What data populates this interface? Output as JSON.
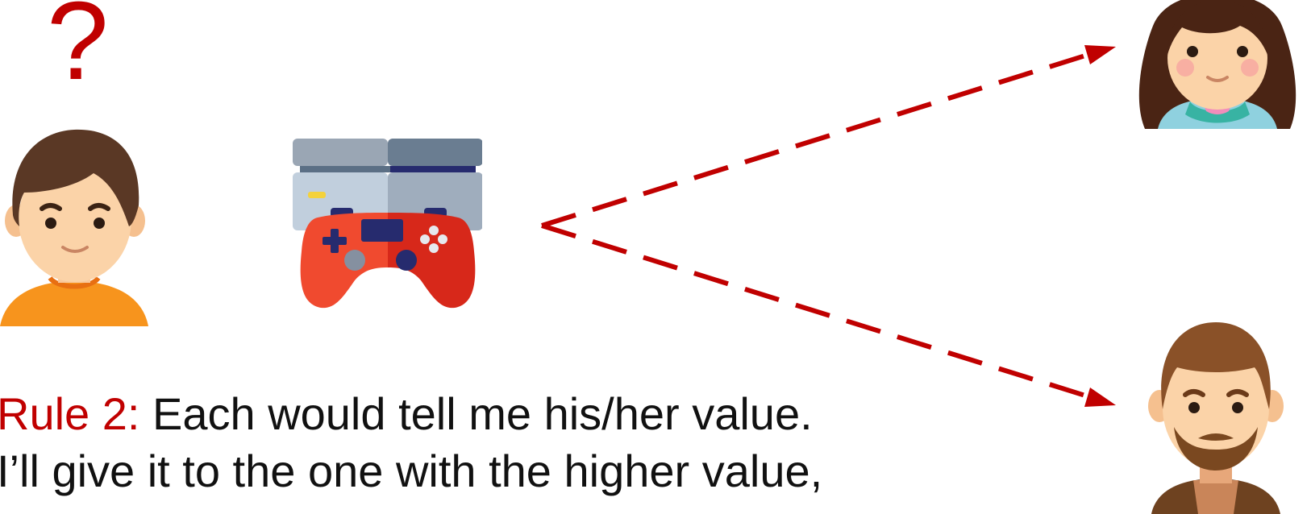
{
  "question_mark": "?",
  "rule": {
    "label": "Rule 2:",
    "line1": " Each would tell me his/her value.",
    "line2": "I’ll give it to the one with the higher value,"
  },
  "icons": {
    "seller": "boy-avatar-icon",
    "item": "game-console-icon",
    "bidder_1": "girl-avatar-icon",
    "bidder_2": "bearded-man-avatar-icon"
  },
  "colors": {
    "accent": "#c00000",
    "text": "#111111"
  }
}
